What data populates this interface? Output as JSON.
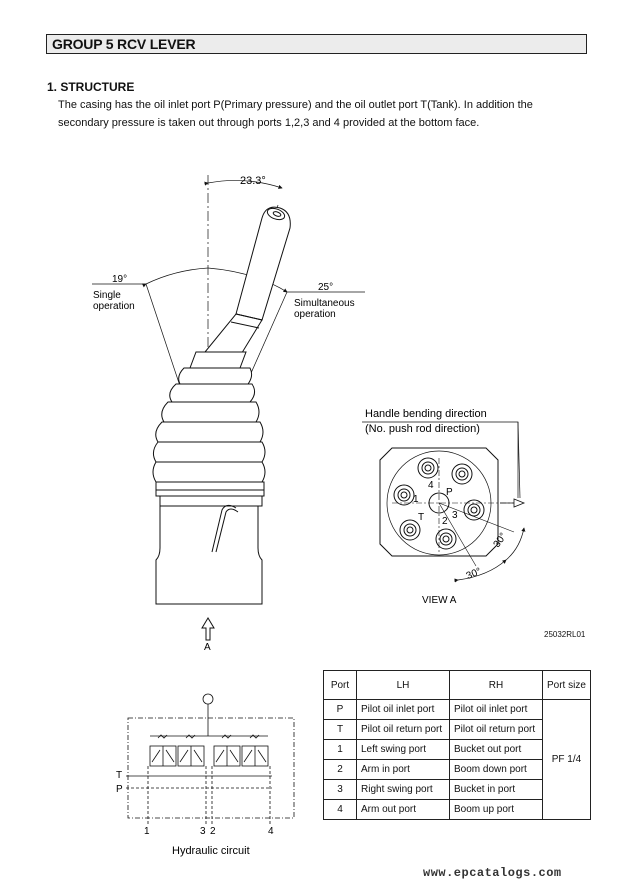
{
  "header": {
    "title": "GROUP 5  RCV LEVER"
  },
  "section": {
    "title": "1. STRUCTURE",
    "paragraph_lines": [
      "The casing has the oil inlet port P(Primary pressure) and the oil outlet port T(Tank).   In addition the",
      "secondary pressure is taken out through ports 1,2,3 and 4 provided at the bottom face."
    ]
  },
  "drawing": {
    "angle_top": "23.3°",
    "angle_left": "19°",
    "single_op": [
      "Single",
      "operation"
    ],
    "angle_right": "25°",
    "simul_op": [
      "Simultaneous",
      "operation"
    ],
    "view_arrow": "A",
    "handle_dir": [
      "Handle bending direction",
      "(No. push rod direction)"
    ],
    "port_labels": {
      "p4": "4",
      "pP": "P",
      "p1": "1",
      "pT": "T",
      "p2": "2",
      "p3": "3"
    },
    "angle_30a": "30°",
    "angle_30b": "30°",
    "view_label": "VIEW A",
    "ref_code": "25032RL01"
  },
  "hydraulic": {
    "caption": "Hydraulic circuit",
    "labels": {
      "T": "T",
      "P": "P",
      "b1": "1",
      "b3": "3",
      "b2": "2",
      "b4": "4"
    }
  },
  "table": {
    "headers": [
      "Port",
      "LH",
      "RH",
      "Port size"
    ],
    "rows": [
      {
        "port": "P",
        "lh": "Pilot oil inlet port",
        "rh": "Pilot oil inlet port"
      },
      {
        "port": "T",
        "lh": "Pilot oil return port",
        "rh": "Pilot oil return port"
      },
      {
        "port": "1",
        "lh": "Left swing port",
        "rh": "Bucket out port"
      },
      {
        "port": "2",
        "lh": "Arm in port",
        "rh": "Boom down port"
      },
      {
        "port": "3",
        "lh": "Right swing port",
        "rh": "Bucket in port"
      },
      {
        "port": "4",
        "lh": "Arm out port",
        "rh": "Boom up port"
      }
    ],
    "port_size": "PF 1/4"
  },
  "footer": {
    "url": "www.epcatalogs.com"
  }
}
